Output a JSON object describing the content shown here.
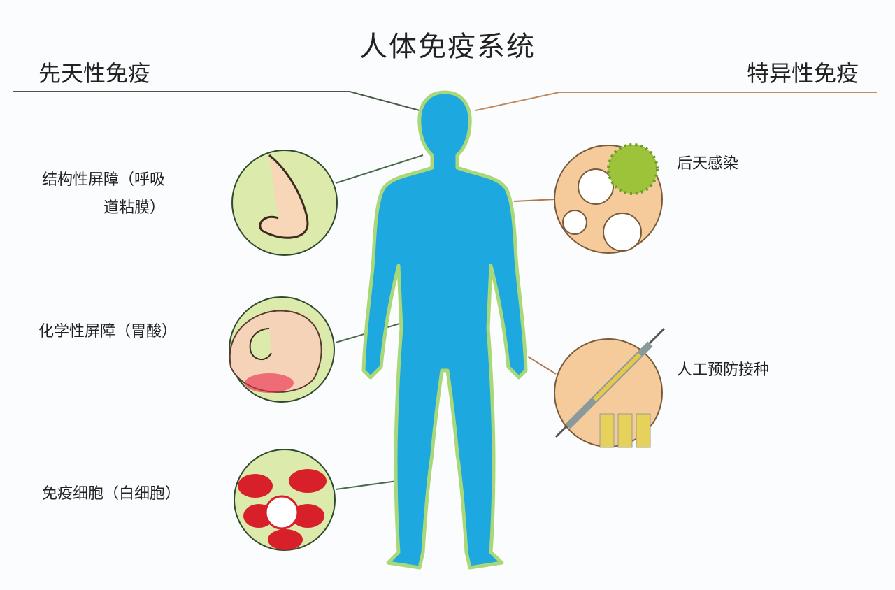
{
  "title": "人体免疫系统",
  "innate": {
    "heading": "先天性免疫",
    "items": [
      {
        "line1": "结构性屏障（呼吸",
        "line2": "道粘膜）"
      },
      {
        "line1": "化学性屏障（胃酸）"
      },
      {
        "line1": "免疫细胞（白细胞）"
      }
    ]
  },
  "adaptive": {
    "heading": "特异性免疫",
    "items": [
      {
        "line1": "后天感染"
      },
      {
        "line1": "人工预防接种"
      }
    ]
  },
  "colors": {
    "body": "#1ea8e0",
    "body_outline": "#9ccf6a",
    "green_circle": "#dcebab",
    "orange_circle": "#f6cb9c",
    "red_cell": "#d8202a"
  }
}
